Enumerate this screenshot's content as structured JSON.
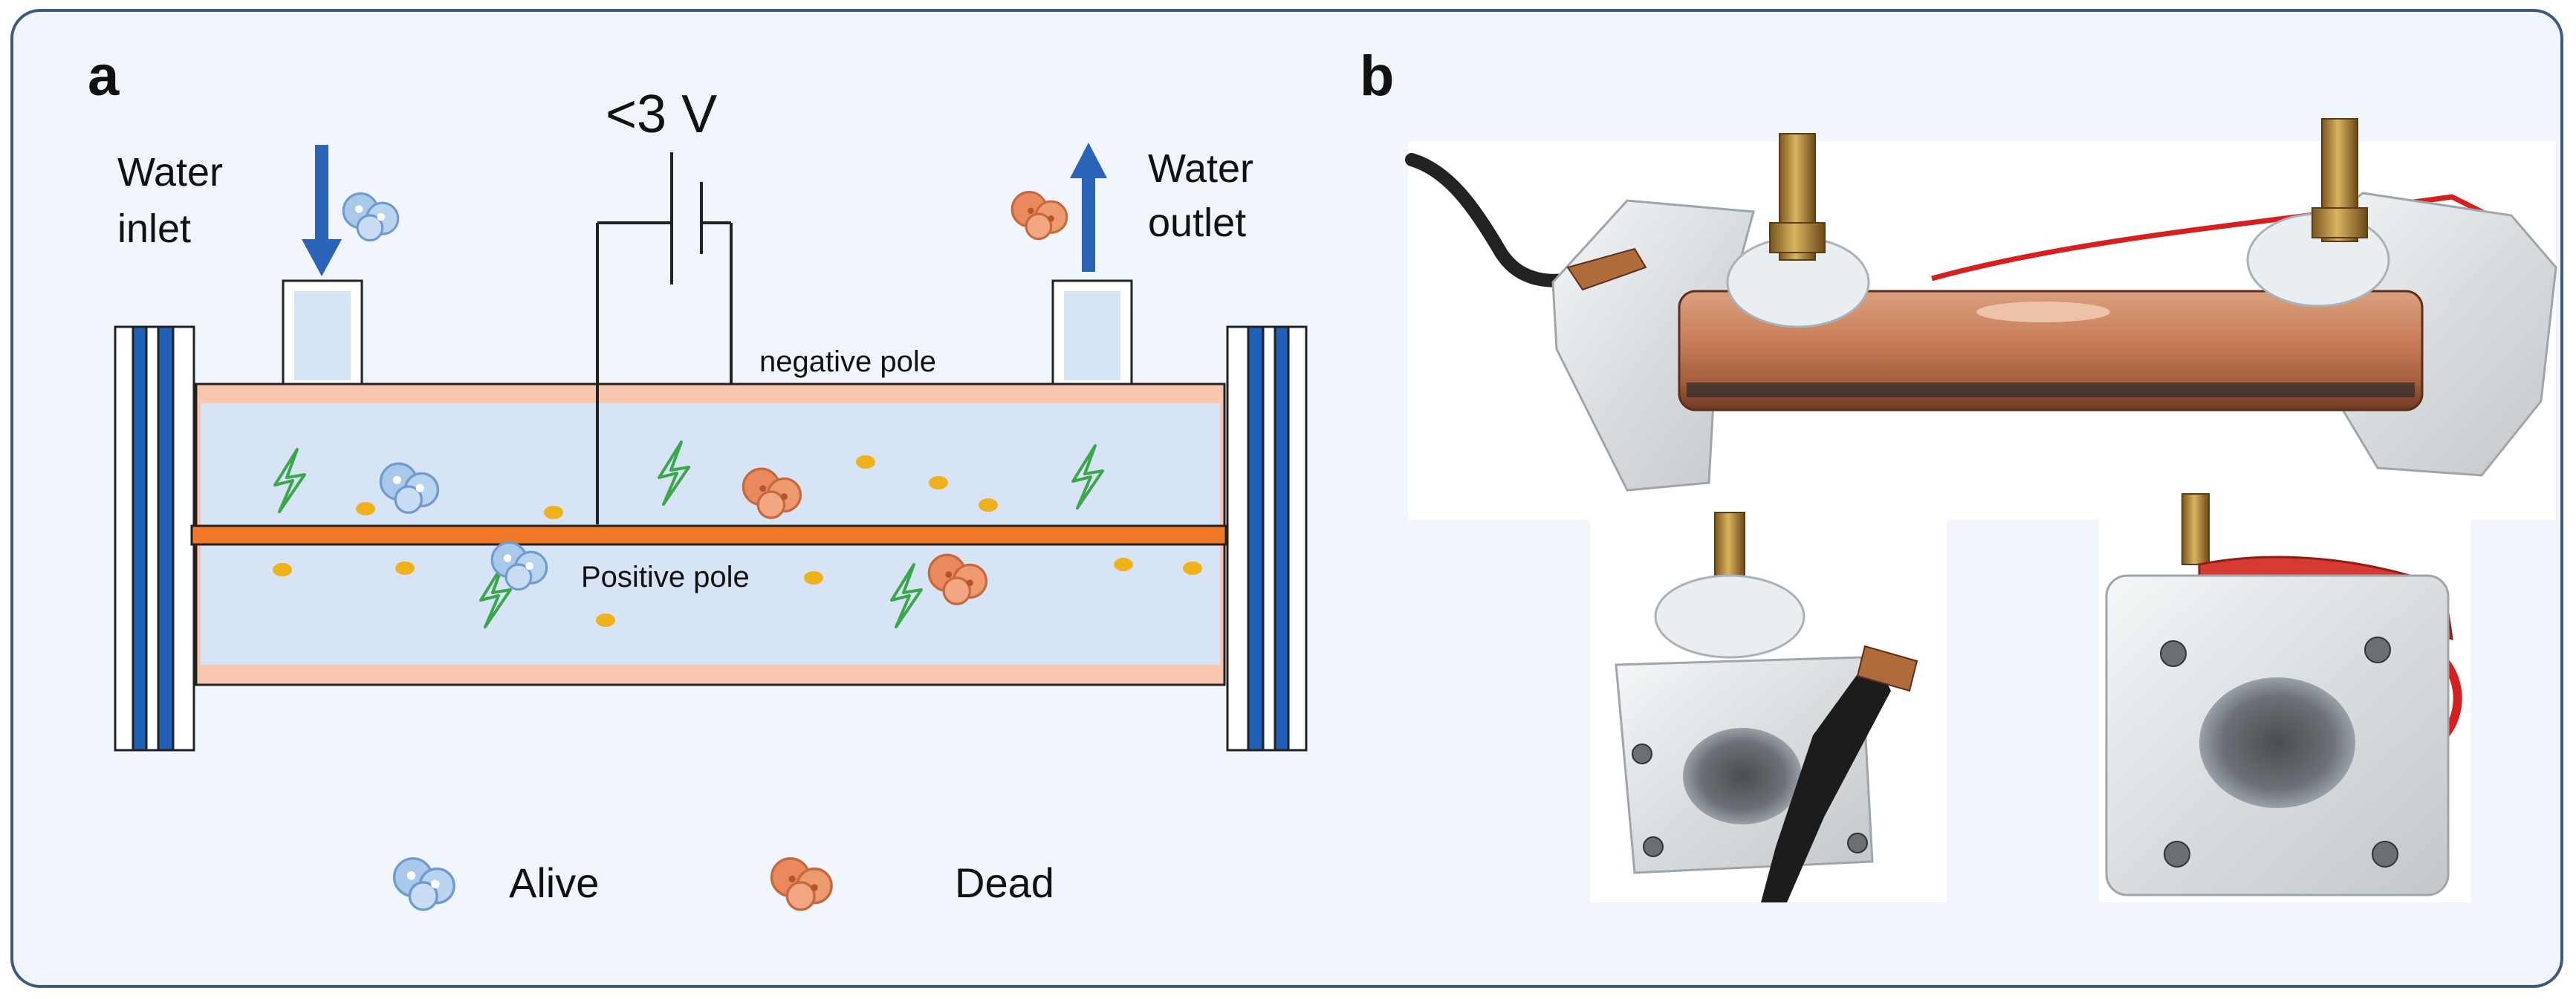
{
  "panel_a": {
    "label": "a",
    "voltage": "<3 V",
    "inlet_line1": "Water",
    "inlet_line2": "inlet",
    "outlet_line1": "Water",
    "outlet_line2": "outlet",
    "negative_pole": "negative pole",
    "positive_pole": "Positive pole",
    "legend_alive": "Alive",
    "legend_dead": "Dead"
  },
  "panel_b": {
    "label": "b"
  },
  "colors": {
    "alive": "#a9c9ea",
    "dead": "#e98a5c",
    "water": "#d7e4f5",
    "tube_wall": "#f7c7b0",
    "electrode": "#f07a2a",
    "flange_blue": "#1f5fb5",
    "arrow_blue": "#2a63b8",
    "spark": "#3aa84a",
    "particle": "#f0b21a"
  }
}
